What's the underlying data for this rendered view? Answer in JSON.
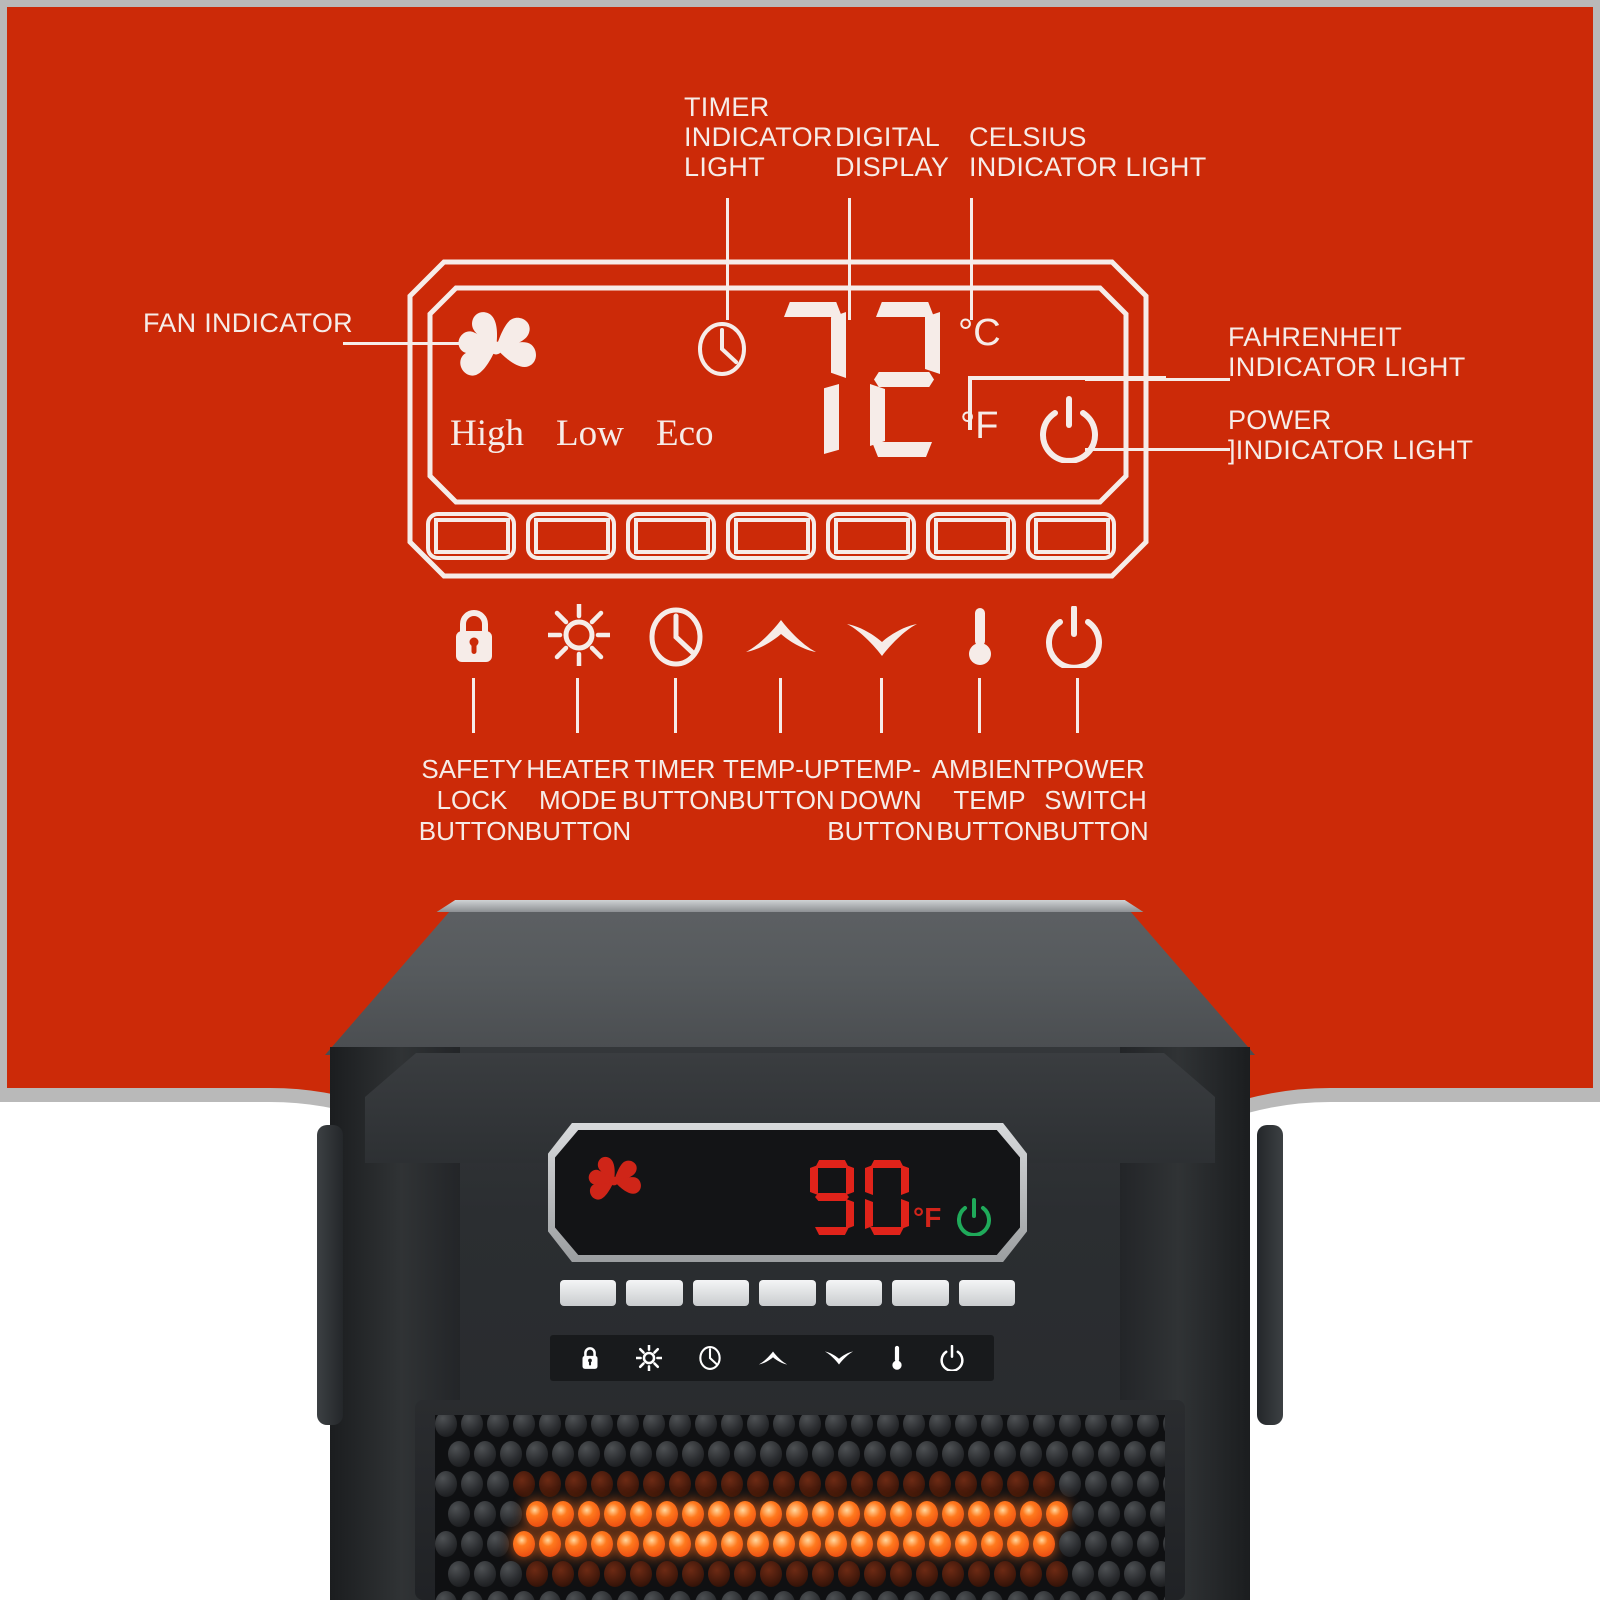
{
  "theme": {
    "background_red": "#cc2a08",
    "outline_white": "#f6ece8",
    "curve_gray": "#b9b9b9",
    "page_white": "#ffffff",
    "product_display_red": "#e0231a",
    "product_power_green": "#1faa5a"
  },
  "callouts": {
    "fan_indicator": "FAN INDICATOR",
    "timer_indicator_light": "TIMER\nINDICATOR\nLIGHT",
    "digital_display": "DIGITAL\nDISPLAY",
    "celsius_indicator_light": "CELSIUS\nINDICATOR LIGHT",
    "fahrenheit_indicator_light": "FAHRENHEIT\nINDICATOR  LIGHT",
    "power_indicator_light": "POWER\n]INDICATOR  LIGHT"
  },
  "diagram_panel": {
    "fan_icon": "fan-icon",
    "timer_icon": "clock-icon",
    "power_icon": "power-icon",
    "digits": "72",
    "celsius_unit": "°C",
    "fahrenheit_unit": "°F",
    "modes": [
      "High",
      "Low",
      "Eco"
    ],
    "button_count": 7
  },
  "button_row": [
    {
      "icon": "lock-icon",
      "label": "SAFETY\nLOCK\nBUTTON"
    },
    {
      "icon": "sun-icon",
      "label": "HEATER\nMODE\nBUTTON"
    },
    {
      "icon": "clock-icon",
      "label": "TIMER\nBUTTON"
    },
    {
      "icon": "chevron-up-icon",
      "label": "TEMP-UP\nBUTTON"
    },
    {
      "icon": "chevron-down-icon",
      "label": "TEMP-\nDOWN\nBUTTON"
    },
    {
      "icon": "thermometer-icon",
      "label": "AMBIENT\nTEMP\nBUTTON"
    },
    {
      "icon": "power-icon",
      "label": "POWER\nSWITCH\nBUTTON"
    }
  ],
  "product": {
    "display_digits": "90",
    "display_unit": "°F",
    "fan_icon": "fan-icon",
    "power_icon": "power-icon",
    "physical_buttons": 7,
    "physical_icons": [
      "lock-icon",
      "sun-icon",
      "clock-icon",
      "chevron-up-icon",
      "chevron-down-icon",
      "thermometer-icon",
      "power-icon"
    ]
  }
}
